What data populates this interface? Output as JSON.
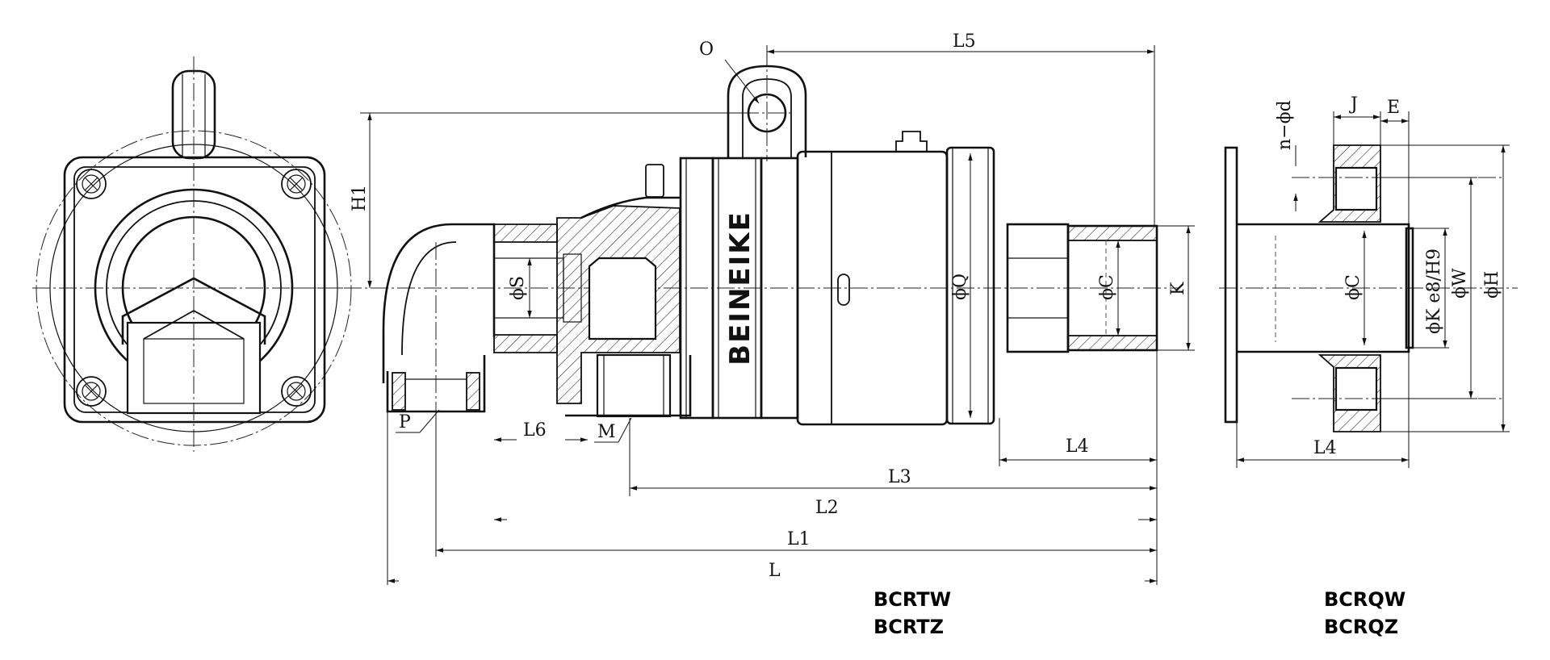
{
  "labels": {
    "O": "O",
    "L5": "L5",
    "H1": "H1",
    "S": "ϕS",
    "Q": "ϕQ",
    "C": "ϕC",
    "K": "K",
    "P": "P",
    "L6": "L6",
    "M": "M",
    "L4": "L4",
    "L3": "L3",
    "L2": "L2",
    "L1": "L1",
    "L": "L",
    "n_phi_d": "n−ϕd",
    "J": "J",
    "E": "E",
    "C_flange": "ϕC",
    "K_fit": "ϕK e8/H9",
    "W": "ϕW",
    "H": "ϕH",
    "L4_flange": "L4"
  },
  "brand": "BEINEIKE",
  "models": {
    "left": [
      "BCRTW",
      "BCRTZ"
    ],
    "right": [
      "BCRQW",
      "BCRQZ"
    ]
  }
}
